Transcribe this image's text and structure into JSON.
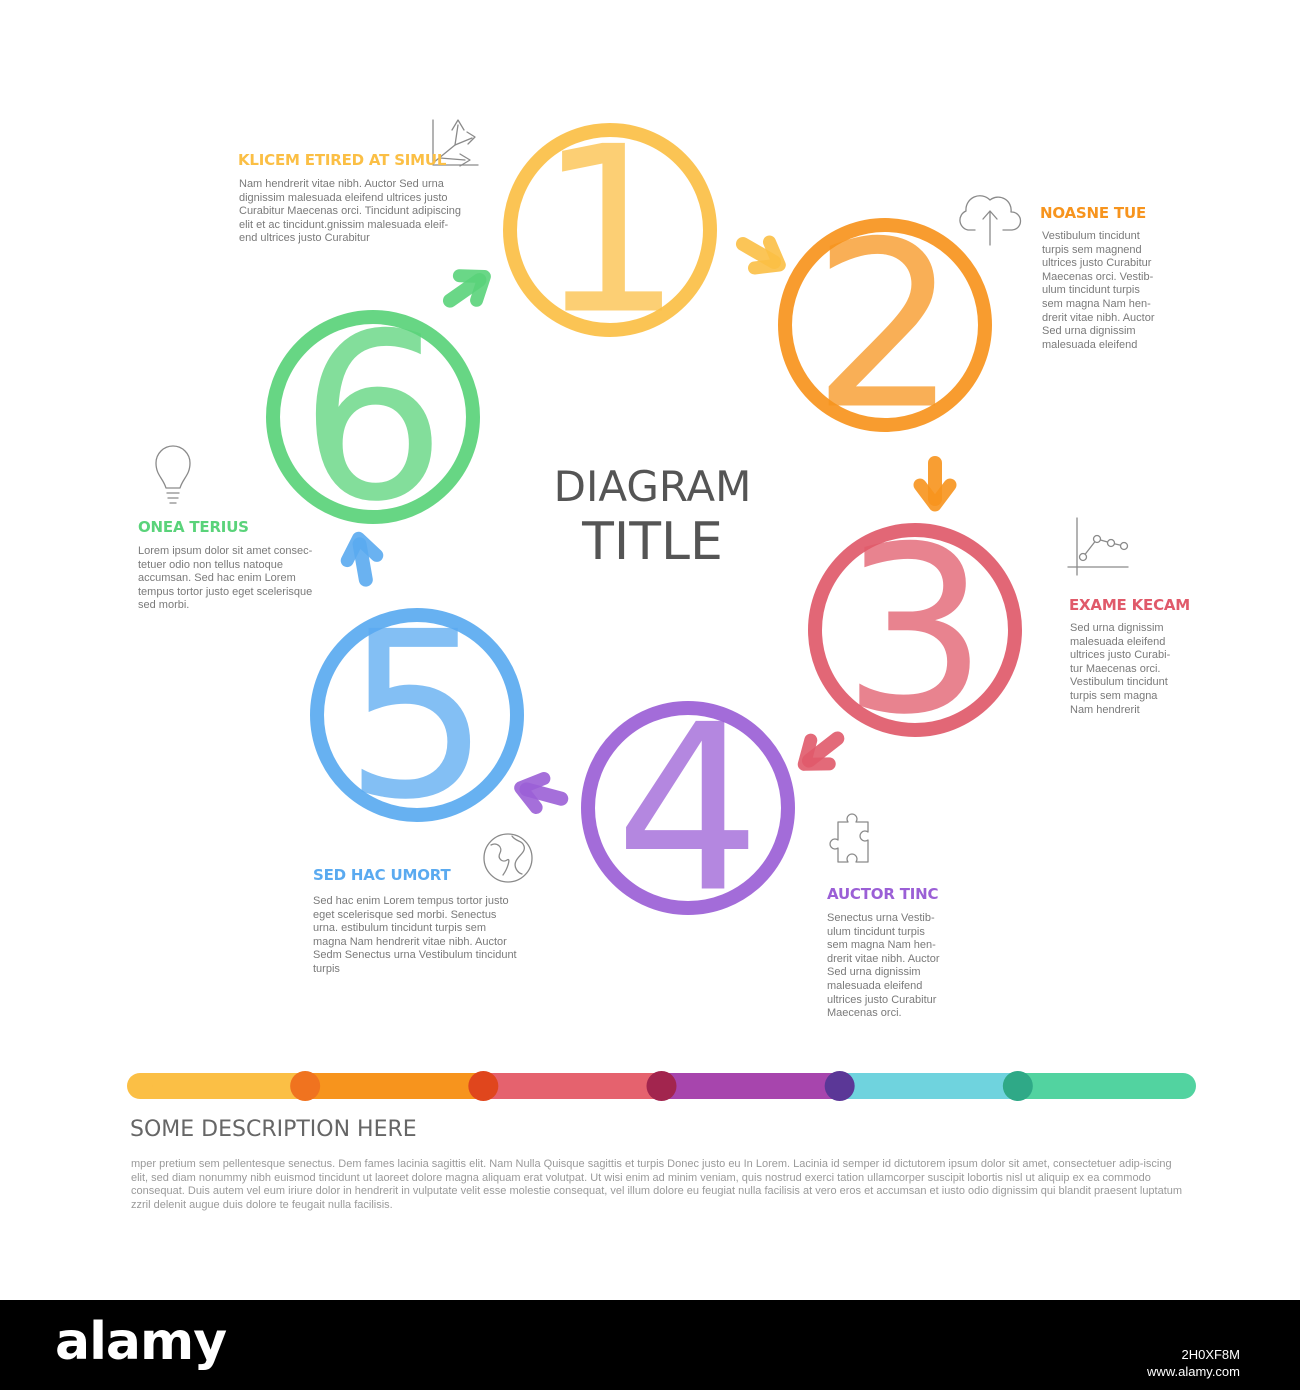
{
  "title": {
    "line1": "DIAGRAM",
    "line2": "TITLE"
  },
  "steps": [
    {
      "number": "1",
      "title": "KLICEM ETIRED AT SIMUL",
      "icon": "arrows-split-icon",
      "color": "#fbbf45",
      "body": "Nam hendrerit vitae nibh. Auctor Sed urna\ndignissim malesuada eleifend ultrices justo\nCurabitur Maecenas orci. Tincidunt adipiscing\nelit et ac tincidunt.gnissim malesuada eleif-\nend ultrices justo Curabitur"
    },
    {
      "number": "2",
      "title": "NOASNE TUE",
      "icon": "cloud-upload-icon",
      "color": "#f7941d",
      "body": "Vestibulum tincidunt\nturpis sem magnend\nultrices justo Curabitur\nMaecenas orci. Vestib-\nulum tincidunt turpis\nsem magna Nam hen-\ndrerit vitae nibh. Auctor\nSed urna dignissim\nmalesuada eleifend"
    },
    {
      "number": "3",
      "title": "EXAME KECAM",
      "icon": "line-chart-icon",
      "color": "#e05a6a",
      "body": "Sed urna dignissim\nmalesuada eleifend\nultrices justo Curabi-\ntur Maecenas orci.\nVestibulum tincidunt\nturpis sem magna\nNam hendrerit"
    },
    {
      "number": "4",
      "title": "AUCTOR TINC",
      "icon": "puzzle-icon",
      "color": "#9b5fd6",
      "body": "Senectus urna Vestib-\nulum tincidunt turpis\nsem magna Nam hen-\ndrerit vitae nibh. Auctor\nSed urna dignissim\nmalesuada eleifend\nultrices justo Curabitur\nMaecenas orci."
    },
    {
      "number": "5",
      "title": "SED HAC UMORT",
      "icon": "globe-icon",
      "color": "#5aaaf0",
      "body": "Sed hac enim Lorem tempus tortor justo\neget scelerisque sed morbi. Senectus\nurna. estibulum tincidunt turpis sem\nmagna Nam hendrerit vitae nibh. Auctor\nSedm Senectus urna Vestibulum tincidunt\nturpis"
    },
    {
      "number": "6",
      "title": "ONEA TERIUS",
      "icon": "lightbulb-icon",
      "color": "#5ad37a",
      "body": "Lorem ipsum dolor sit amet consec-\ntetuer odio non tellus natoque\naccumsan. Sed hac enim Lorem\ntempus tortor justo eget scelerisque\nsed morbi."
    }
  ],
  "timeline": {
    "colors": [
      "#fbbf45",
      "#f7941d",
      "#e5626e",
      "#a745ad",
      "#6fd3de",
      "#52d3a0"
    ],
    "dot_colors": [
      "#f0731f",
      "#e0461d",
      "#a2254e",
      "#5b3797",
      "#2fa987"
    ]
  },
  "description": {
    "heading": "SOME DESCRIPTION HERE",
    "body": "mper pretium sem pellentesque senectus. Dem fames lacinia sagittis elit. Nam Nulla Quisque sagittis et turpis Donec justo eu In Lorem. Lacinia id semper id dictutorem ipsum dolor sit amet, consectetuer adip-iscing elit, sed diam nonummy nibh euismod tincidunt ut laoreet dolore magna aliquam erat volutpat. Ut wisi enim ad minim veniam, quis nostrud exerci tation ullamcorper suscipit lobortis nisl ut aliquip ex ea commodo consequat. Duis autem vel eum iriure dolor in hendrerit in vulputate velit esse molestie consequat, vel illum dolore eu feugiat nulla facilisis at vero eros et accumsan et iusto odio dignissim qui blandit praesent luptatum zzril delenit augue duis dolore te feugait nulla facilisis."
  },
  "watermark": {
    "logo": "alamy",
    "image_id": "2H0XF8M",
    "site": "www.alamy.com"
  }
}
